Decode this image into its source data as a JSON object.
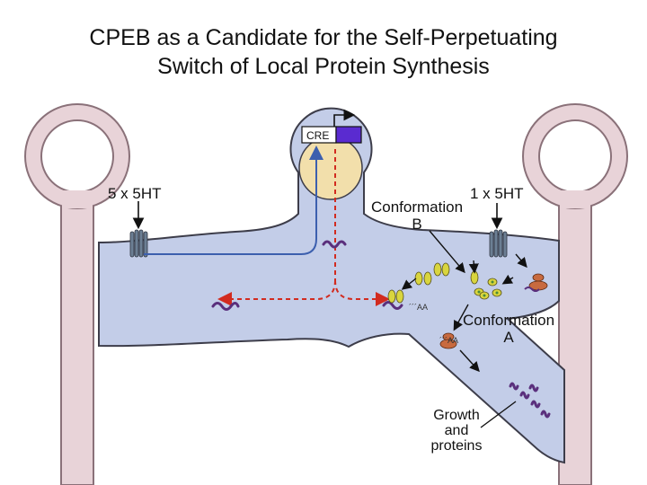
{
  "title": {
    "line1": "CPEB as a Candidate for the Self-Perpetuating",
    "line2": "Switch of Local Protein Synthesis"
  },
  "labels": {
    "cre": "CRE",
    "five_x_5ht": "5 x 5HT",
    "one_x_5ht": "1 x 5HT",
    "conformation_b": [
      "Conformation",
      "B"
    ],
    "conformation_a": [
      "Conformation",
      "A"
    ],
    "growth": [
      "Growth",
      "and",
      "proteins"
    ],
    "polya_1": "´´´AA",
    "polya_2": "´´´AA"
  },
  "colors": {
    "cell_fill": "#c3cde8",
    "cell_stroke": "#3d3d4a",
    "spine_fill": "#e8d3d8",
    "spine_stroke": "#8a7179",
    "nucleus_fill": "#f2dfab",
    "transport_red": "#d22b1f",
    "transport_blue": "#3c5fae",
    "promoter_purple": "#5a2bd0",
    "mrna_purple": "#5a2f7c",
    "receptor_gray": "#6c7f94",
    "cpeb_yellow": "#d9d53e",
    "ribosome_orange": "#c86a3f"
  }
}
